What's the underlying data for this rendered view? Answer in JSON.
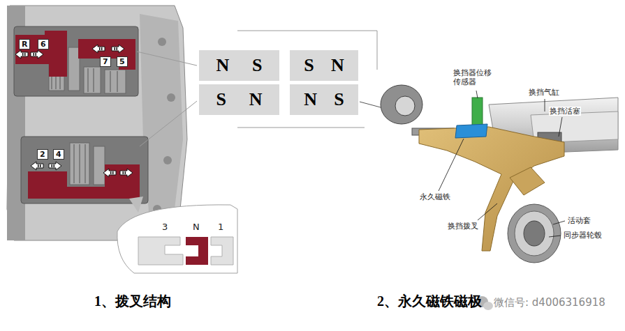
{
  "diagram": {
    "caption": "1、拨叉结构",
    "nodes": [
      {
        "text": [
          "N",
          "S"
        ]
      },
      {
        "text": [
          "S",
          "N"
        ]
      },
      {
        "text": [
          "S",
          "N"
        ]
      },
      {
        "text": [
          "N",
          "S"
        ]
      }
    ],
    "labels": [
      "R",
      "6",
      "7",
      "5",
      "2",
      "4",
      "3",
      "N",
      "1",
      "换挡器位移传感器",
      "换挡气缸",
      "换挡活塞",
      "永久磁铁",
      "换挡拨叉",
      "活动套",
      "同步器轮毂",
      "2、永久磁铁磁极",
      "微信号: d4006316918"
    ]
  }
}
